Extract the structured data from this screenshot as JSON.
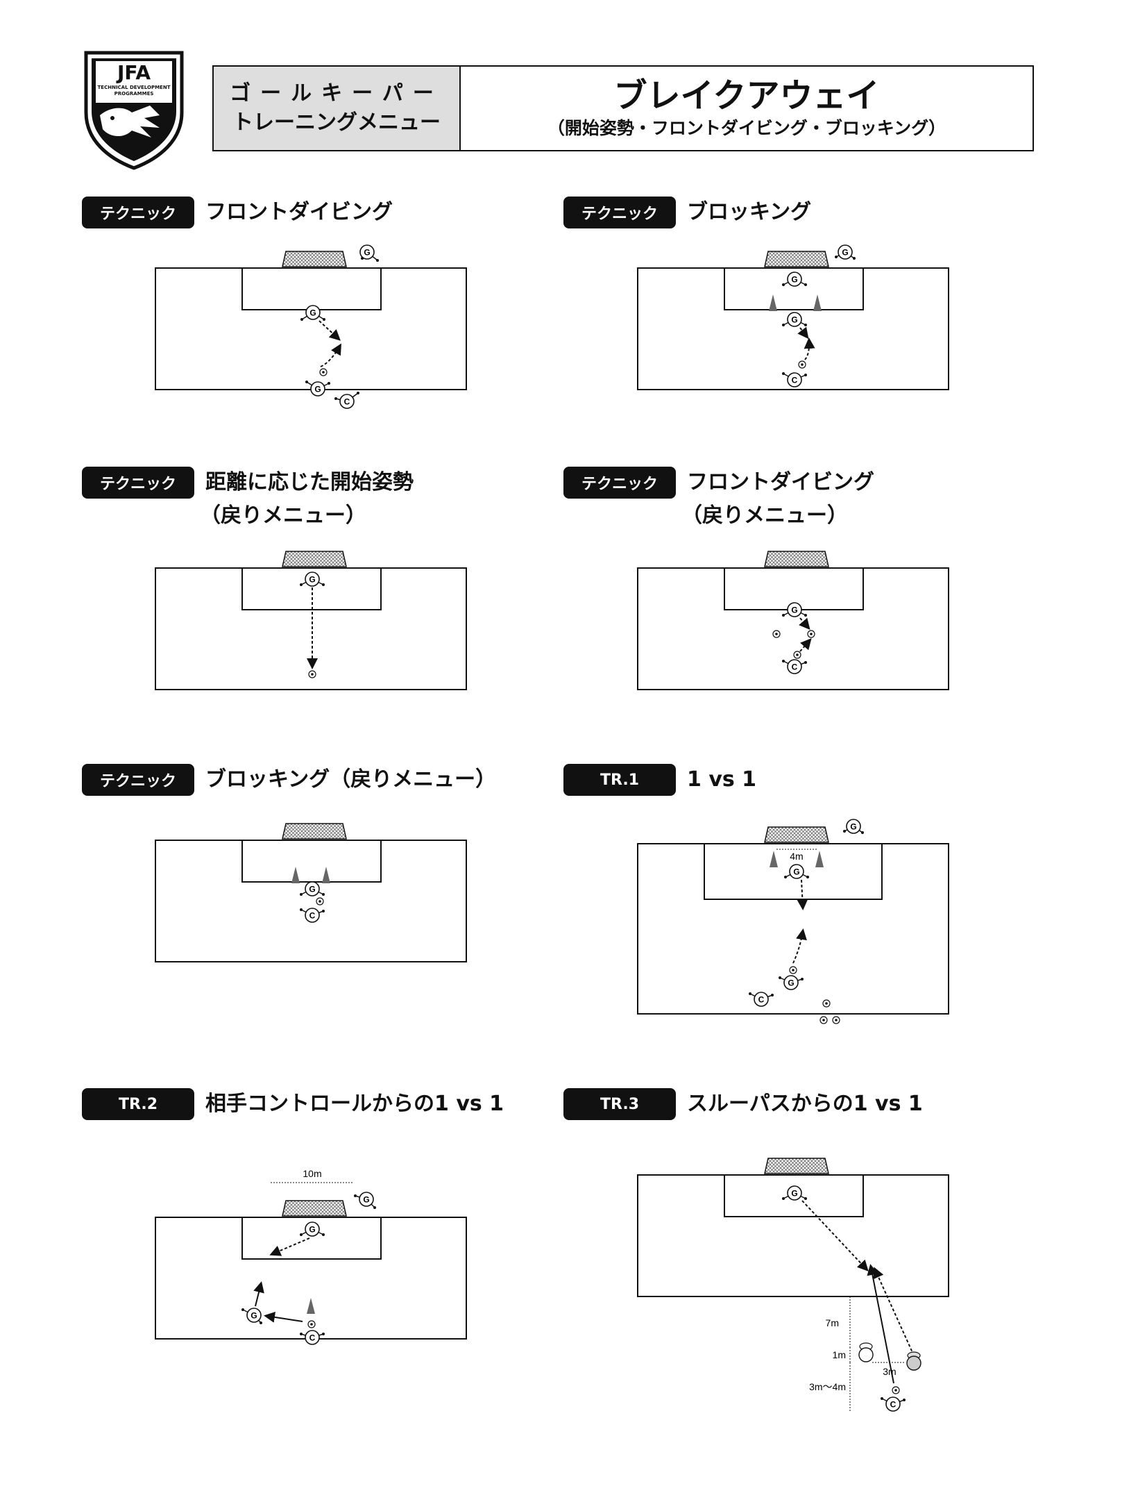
{
  "logo": {
    "name": "JFA",
    "line1": "TECHNICAL DEVELOPMENT",
    "line2": "PROGRAMMES"
  },
  "header": {
    "category_line1": "ゴールキーパー",
    "category_line2": "トレーニングメニュー",
    "title": "ブレイクアウェイ",
    "subtitle": "（開始姿勢・フロントダイビング・ブロッキング）"
  },
  "sections": [
    {
      "tag": "テクニック",
      "title": "フロントダイビング",
      "title2": ""
    },
    {
      "tag": "テクニック",
      "title": "ブロッキング",
      "title2": ""
    },
    {
      "tag": "テクニック",
      "title": "距離に応じた開始姿勢",
      "title2": "（戻りメニュー）"
    },
    {
      "tag": "テクニック",
      "title": "フロントダイビング",
      "title2": "（戻りメニュー）"
    },
    {
      "tag": "テクニック",
      "title": "ブロッキング（戻りメニュー）",
      "title2": ""
    },
    {
      "tag": "TR.1",
      "title": "1 vs 1",
      "title2": ""
    },
    {
      "tag": "TR.2",
      "title": "相手コントロールからの1 vs 1",
      "title2": ""
    },
    {
      "tag": "TR.3",
      "title": "スルーパスからの1 vs 1",
      "title2": ""
    }
  ],
  "labels": {
    "goalkeeper": "G",
    "coach": "C",
    "dist_4m": "4m",
    "dist_10m": "10m",
    "dist_7m": "7m",
    "dist_1m": "1m",
    "dist_3m": "3m",
    "dist_3to4m": "3m〜4m"
  }
}
